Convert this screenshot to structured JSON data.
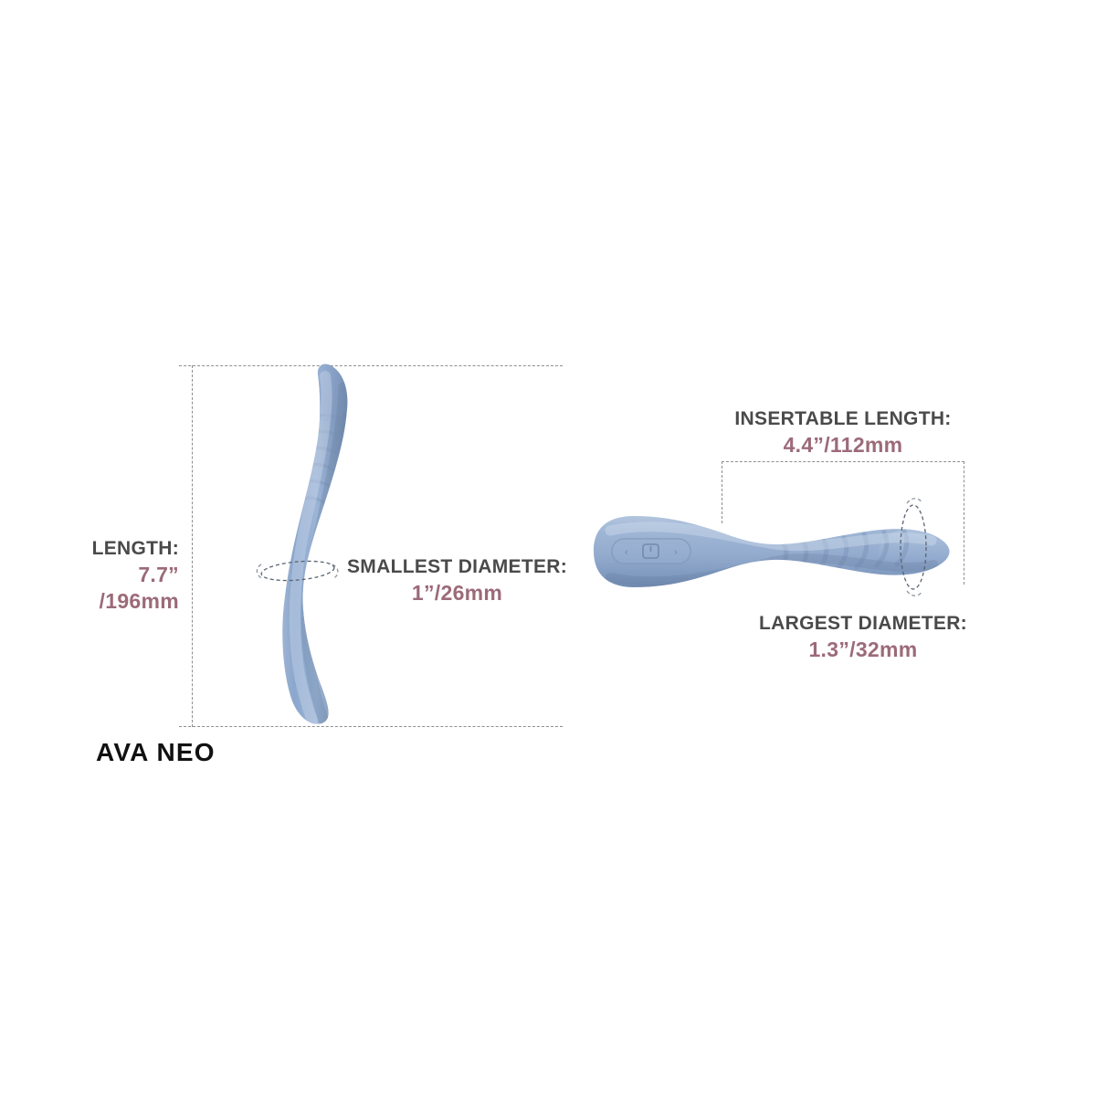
{
  "product": {
    "name": "AVA NEO",
    "body_color": "#8fa9cc",
    "body_color_light": "#a9bfda",
    "body_color_shadow": "#7690b5",
    "accent_copper": "#c98a5e",
    "label_title_color": "#4a4a4a",
    "label_value_color": "#9c6a79",
    "guide_line_color": "#8e8e8e",
    "background_color": "#ffffff"
  },
  "views": {
    "vertical": {
      "name": "side-profile-view",
      "description": "curved upright profile of the product"
    },
    "horizontal": {
      "name": "front-profile-view",
      "description": "horizontal profile showing control panel and ribbed shaft"
    }
  },
  "controls": {
    "panel_name": "control-panel",
    "buttons": [
      {
        "name": "decrease-button",
        "glyph": "‹"
      },
      {
        "name": "power-button",
        "glyph": "⏻"
      },
      {
        "name": "increase-button",
        "glyph": "›"
      }
    ]
  },
  "measurements": [
    {
      "id": "length",
      "title": "LENGTH:",
      "value_line_1": "7.7”",
      "value_line_2": "/196mm",
      "inches": "7.7",
      "millimeters": "196"
    },
    {
      "id": "smallest-diameter",
      "title": "SMALLEST DIAMETER:",
      "value": "1”/26mm",
      "inches": "1",
      "millimeters": "26"
    },
    {
      "id": "insertable-length",
      "title": "INSERTABLE LENGTH:",
      "value": "4.4”/112mm",
      "inches": "4.4",
      "millimeters": "112"
    },
    {
      "id": "largest-diameter",
      "title": "LARGEST DIAMETER:",
      "value": "1.3”/32mm",
      "inches": "1.3",
      "millimeters": "32"
    }
  ]
}
